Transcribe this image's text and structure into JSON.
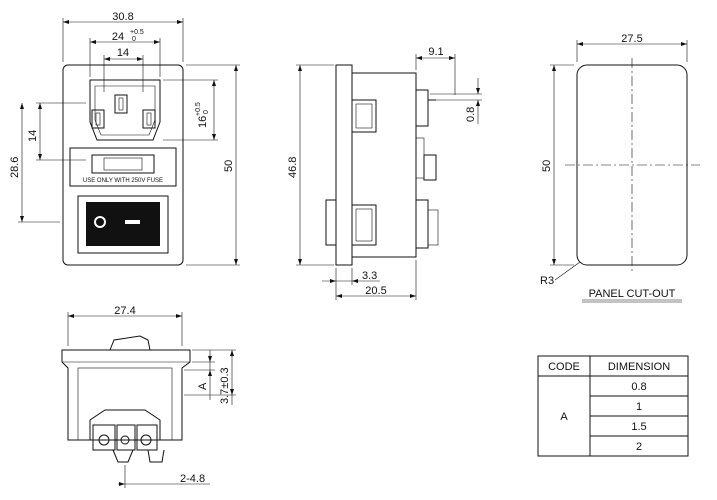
{
  "front": {
    "width_overall": "30.8",
    "width_inlet": "24",
    "width_inlet_tol_top": "+0.5",
    "width_inlet_tol_bot": "0",
    "width_inner": "14",
    "height_inlet": "16",
    "height_inlet_tol_top": "+0.5",
    "height_inlet_tol_bot": "0",
    "height_left_small": "14",
    "height_left_big": "28.6",
    "height_overall": "50",
    "fuse_label": "USE ONLY WITH 250V FUSE",
    "switch_off_symbol": "O"
  },
  "side": {
    "height": "46.8",
    "top_width": "9.1",
    "pin_thickness": "0.8",
    "flange": "3.3",
    "depth": "20.5"
  },
  "cutout": {
    "width": "27.5",
    "height": "50",
    "radius": "R3",
    "label": "PANEL CUT-OUT"
  },
  "bottom": {
    "width": "27.4",
    "panel_label": "A",
    "clip_height": "3.7±0.3",
    "panel_range": "2-4.8"
  },
  "table": {
    "headers": [
      "CODE",
      "DIMENSION"
    ],
    "code": "A",
    "values": [
      "0.8",
      "1",
      "1.5",
      "2"
    ]
  }
}
